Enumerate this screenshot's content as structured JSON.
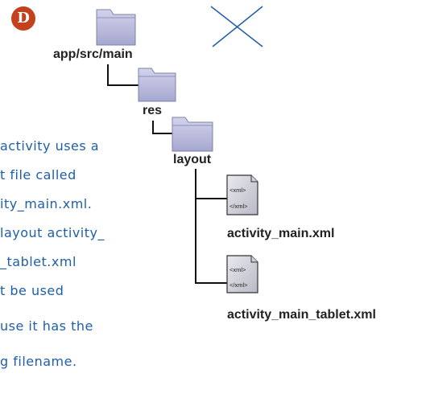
{
  "badge": "D",
  "tree": {
    "root_folder": "app/src/main",
    "res_folder": "res",
    "layout_folder": "layout",
    "file_icon_top": "<xml>",
    "file_icon_bottom": "</xml>",
    "file_1": "activity_main.xml",
    "file_2": "activity_main_tablet.xml"
  },
  "note_lines": [
    "activity uses a",
    "t file called",
    "ity_main.xml.",
    "layout activity_",
    "_tablet.xml",
    "t be used",
    "use it has the",
    "g filename."
  ],
  "colors": {
    "folder": "#b7b8da",
    "tree_line": "#111111",
    "note_text": "#1f5fa8",
    "cross": "#1f5fa8",
    "badge": "#c4411d"
  }
}
